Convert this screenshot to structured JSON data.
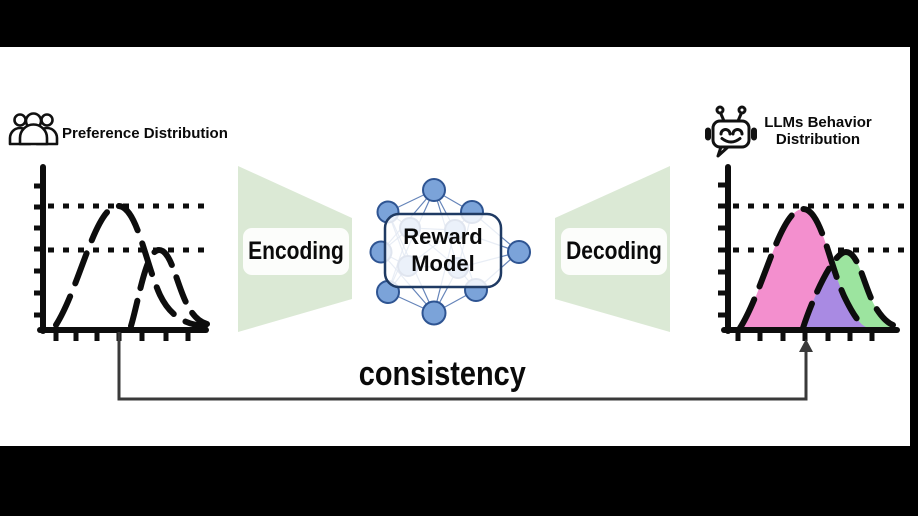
{
  "figure": {
    "left_panel": {
      "title": "Preference Distribution",
      "icon": "people-group-icon"
    },
    "encoder": {
      "label": "Encoding"
    },
    "reward_model": {
      "label": "Reward Model"
    },
    "decoder": {
      "label": "Decoding"
    },
    "right_panel": {
      "title": "LLMs Behavior Distribution",
      "icon": "robot-icon"
    },
    "consistency": {
      "label": "consistency"
    }
  },
  "colors": {
    "trapezoid_green": "#dbe9d5",
    "panel_white": "#fcfdfb",
    "node_blue": "#7ba3d9",
    "node_border": "#2e5492",
    "edge_blue": "#3f66a8",
    "box_border": "#1f3a63",
    "pink": "#f38fce",
    "purple": "#a98ae3",
    "green": "#9ce49f",
    "connector": "#3a3a3a",
    "ink": "#0d0d0d"
  }
}
